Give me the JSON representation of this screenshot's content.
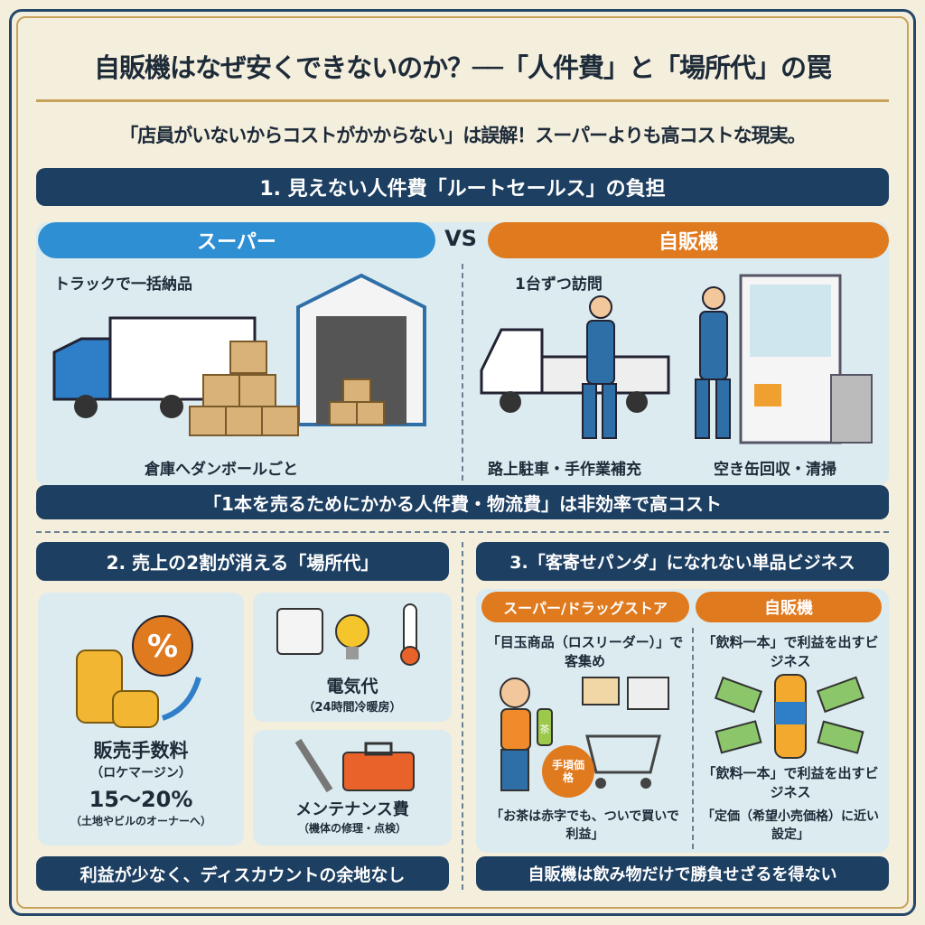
{
  "title": "自販機はなぜ安くできないのか？──「人件費」と「場所代」の罠",
  "subtitle": "「店員がいないからコストがかからない」は誤解！スーパーよりも高コストな現実。",
  "section1": {
    "header": "1. 見えない人件費「ルートセールス」の負担",
    "super_label": "スーパー",
    "vs": "VS",
    "vending_label": "自販機",
    "super_top": "トラックで一括納品",
    "super_bottom": "倉庫へダンボールごと",
    "vending_top": "1台ずつ訪問",
    "vending_bottom_left": "路上駐車・手作業補充",
    "vending_bottom_right": "空き缶回収・清掃",
    "footer": "「1本を売るためにかかる人件費・物流費」は非効率で高コスト"
  },
  "section2": {
    "header": "2. 売上の2割が消える「場所代」",
    "commission_title": "販売手数料",
    "commission_sub": "（ロケマージン）",
    "commission_rate": "15～20%",
    "commission_note": "（土地やビルのオーナーへ）",
    "percent_symbol": "%",
    "electric_title": "電気代",
    "electric_sub": "（24時間冷暖房）",
    "maint_title": "メンテナンス費",
    "maint_sub": "（機体の修理・点検）",
    "footer": "利益が少なく、ディスカウントの余地なし"
  },
  "section3": {
    "header": "3.「客寄せパンダ」になれない単品ビジネス",
    "left_label": "スーパー/ドラッグストア",
    "right_label": "自販機",
    "left_top": "「目玉商品（ロスリーダー）」で客集め",
    "bubble": "手頃価格",
    "tea_char": "茶",
    "left_bottom": "「お茶は赤字でも、ついで買いで利益」",
    "right_top": "「飲料一本」で利益を出すビジネス",
    "right_bottom1": "「飲料一本」で利益を出すビジネス",
    "right_bottom2": "「定価（希望小売価格）に近い設定」",
    "footer": "自販機は飲み物だけで勝負せざるを得ない"
  },
  "colors": {
    "navy": "#1d3f62",
    "blue": "#2f8fd3",
    "orange": "#e07a1f",
    "gold": "#c9a25a",
    "panel": "#dcebef"
  }
}
